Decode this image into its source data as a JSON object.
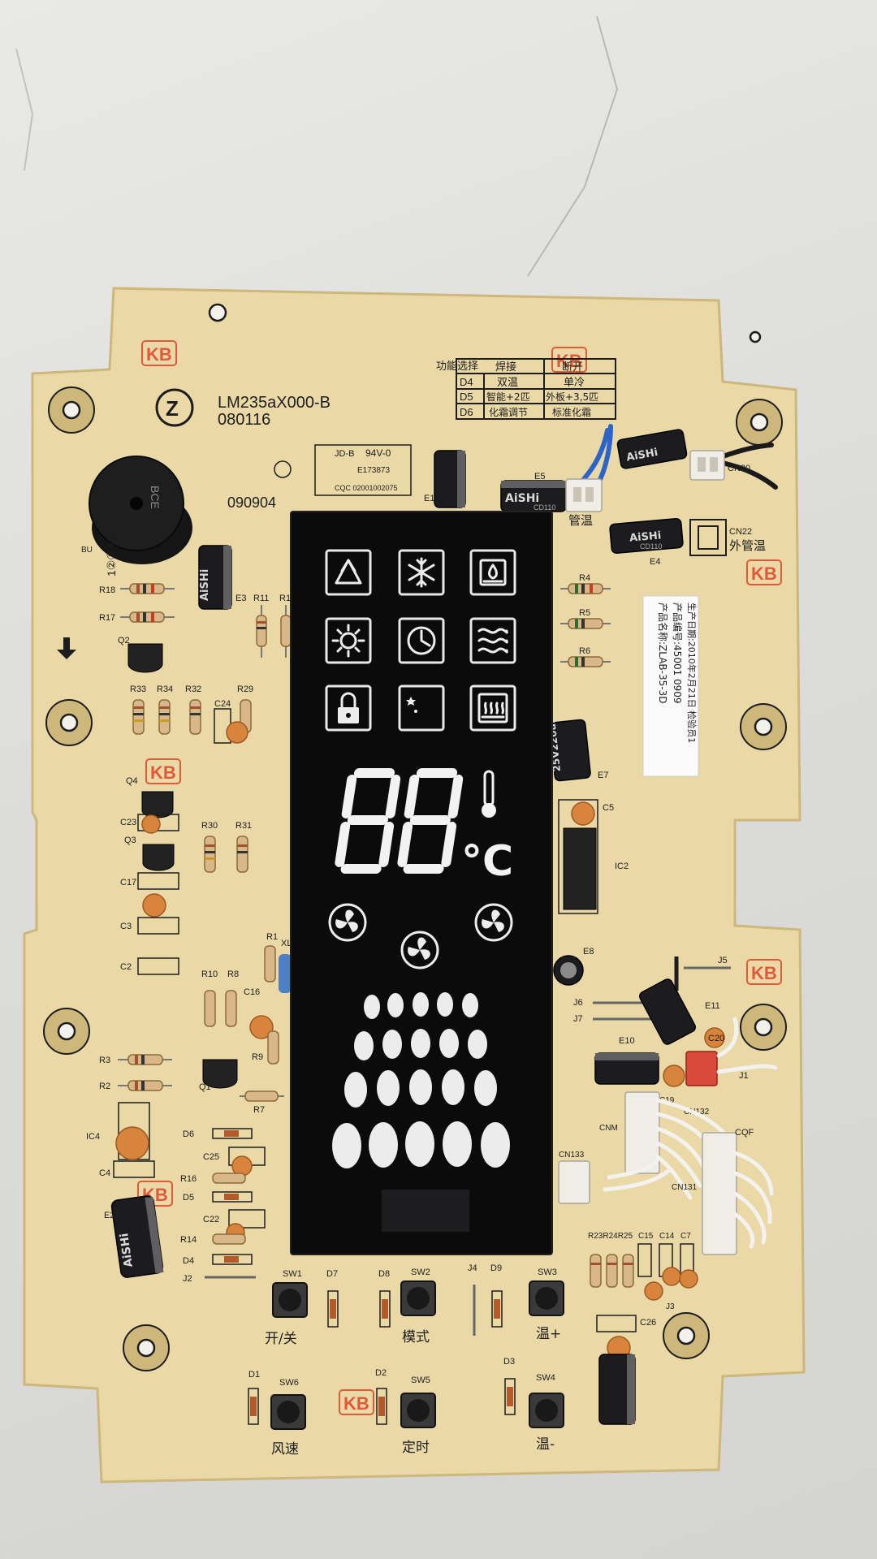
{
  "board": {
    "model": "LM235aX000-B",
    "date_code": "080116",
    "batch": "090904",
    "logo_letter": "Z",
    "rating": "94V-0",
    "cert_code": "E173873",
    "ul_mark": "JD-B",
    "cqc_code": "CQC 02001002075",
    "pcb_watermark": "KB",
    "position_marks": "1②③④⑤"
  },
  "function_table": {
    "headers": [
      "功能选择",
      "焊接",
      "断开"
    ],
    "rows": [
      [
        "D4",
        "双温",
        "单冷"
      ],
      [
        "D5",
        "智能+2匹",
        "外板+3,5匹"
      ],
      [
        "D6",
        "化霜调节",
        "标准化霜"
      ]
    ]
  },
  "sticker": {
    "lines": [
      "产品名称:ZLAB-35-3D",
      "产品编号:45001 0909",
      "生产日期:2010年2月21日  检验员1"
    ]
  },
  "display": {
    "digits": "88",
    "unit": "°C",
    "icons": [
      "recycle-icon",
      "snowflake-icon",
      "dehumidify-icon",
      "sun-icon",
      "clock-icon",
      "wave-icon",
      "lock-icon",
      "sleep-icon",
      "heater-icon"
    ]
  },
  "buttons": [
    {
      "id": "SW1",
      "label": "开/关"
    },
    {
      "id": "SW2",
      "label": "模式"
    },
    {
      "id": "SW3",
      "label": "温+"
    },
    {
      "id": "SW6",
      "label": "风速"
    },
    {
      "id": "SW5",
      "label": "定时"
    },
    {
      "id": "SW4",
      "label": "温-"
    }
  ],
  "connectors": {
    "cn20": "CN20",
    "cn22": "CN22",
    "cn22_label": "外管温",
    "inner_pipe": "管温",
    "cnm": "CNM",
    "cn131": "CN131",
    "cn132": "CN132",
    "cn133": "CN133",
    "cqf": "CQF",
    "j1": "J1",
    "j2": "J2",
    "j3": "J3",
    "j4": "J4",
    "j5": "J5",
    "j6": "J6",
    "j7": "J7"
  },
  "refs": {
    "r18": "R18",
    "r17": "R17",
    "r11": "R11",
    "r1x": "R1",
    "r33": "R33",
    "r34": "R34",
    "r32": "R32",
    "r29": "R29",
    "r30": "R30",
    "r31": "R31",
    "r10": "R10",
    "r8": "R8",
    "r1": "R1",
    "r3": "R3",
    "r2": "R2",
    "r9": "R9",
    "r7": "R7",
    "r16": "R16",
    "r14": "R14",
    "r4": "R4",
    "r5": "R5",
    "r6": "R6",
    "r23": "R23R24R25",
    "c24": "C24",
    "c23": "C23",
    "c17": "C17",
    "c3": "C3",
    "c2": "C2",
    "c16": "C16",
    "c4": "C4",
    "c25": "C25",
    "c22": "C22",
    "c5": "C5",
    "c20": "C20",
    "c19": "C19",
    "c15": "C15",
    "c14": "C14",
    "c7": "C7",
    "c26": "C26",
    "e1": "E1",
    "e3": "E3",
    "e4": "E4",
    "e5": "E5",
    "e7": "E7",
    "e8": "E8",
    "e10": "E10",
    "e11": "E11",
    "e2": "E2",
    "q1": "Q1",
    "q2": "Q2",
    "q3": "Q3",
    "q4": "Q4",
    "d1": "D1",
    "d2": "D2",
    "d3": "D3",
    "d4": "D4",
    "d5": "D5",
    "d6": "D6",
    "d7": "D7",
    "d8": "D8",
    "d9": "D9",
    "ic2": "IC2",
    "ic4": "IC4",
    "bu": "BU",
    "xl": "XL"
  },
  "cap_prints": {
    "aishi": "AiSHi",
    "cd110": "CD110",
    "rating_vertical": "25V220uF",
    "buzzer_text": "BCE"
  }
}
